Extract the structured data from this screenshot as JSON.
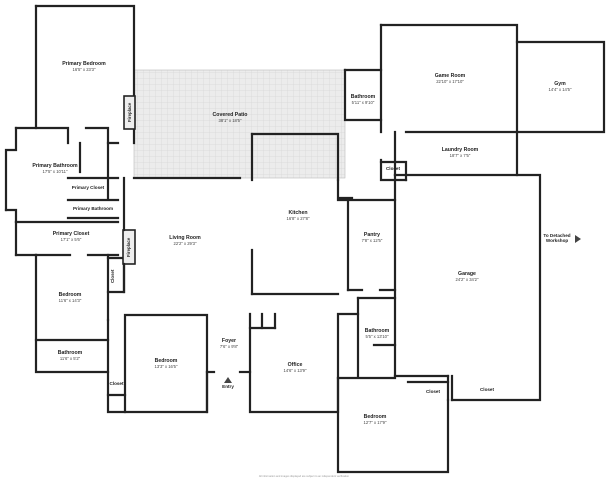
{
  "rooms": {
    "primary_bedroom": {
      "name": "Primary Bedroom",
      "dims": "16'5\" x 23'3\""
    },
    "covered_patio": {
      "name": "Covered Patio",
      "dims": "38'1\" x 18'5\""
    },
    "bathroom_top": {
      "name": "Bathroom",
      "dims": "5'11\" x 9'10\""
    },
    "game_room": {
      "name": "Game Room",
      "dims": "22'10\" x 17'10\""
    },
    "gym": {
      "name": "Gym",
      "dims": "14'4\" x 14'5\""
    },
    "laundry_room": {
      "name": "Laundry Room",
      "dims": "18'7\" x 7'5\""
    },
    "primary_bathroom": {
      "name": "Primary Bathroom",
      "dims": "17'5\" x 10'11\""
    },
    "primary_closet_small": {
      "name": "Primary Closet"
    },
    "primary_bathroom_small": {
      "name": "Primary Bathroom"
    },
    "primary_closet": {
      "name": "Primary Closet",
      "dims": "17'1\" x 5'6\""
    },
    "kitchen": {
      "name": "Kitchen",
      "dims": "16'8\" x 27'8\""
    },
    "pantry": {
      "name": "Pantry",
      "dims": "7'8\" x 12'5\""
    },
    "living_room": {
      "name": "Living Room",
      "dims": "22'2\" x 29'3\""
    },
    "garage": {
      "name": "Garage",
      "dims": "24'2\" x 34'2\""
    },
    "bedroom_left": {
      "name": "Bedroom",
      "dims": "11'6\" x 14'3\""
    },
    "bathroom_left": {
      "name": "Bathroom",
      "dims": "11'6\" x 5'2\""
    },
    "bedroom_mid": {
      "name": "Bedroom",
      "dims": "13'3\" x 16'5\""
    },
    "foyer": {
      "name": "Foyer",
      "dims": "7'6\" x 9'8\""
    },
    "office": {
      "name": "Office",
      "dims": "14'6\" x 13'9\""
    },
    "bathroom_right": {
      "name": "Bathroom",
      "dims": "5'5\" x 13'10\""
    },
    "bedroom_right": {
      "name": "Bedroom",
      "dims": "12'7\" x 17'9\""
    }
  },
  "small_labels": {
    "closet_mid": "Closet",
    "closet_bottom_left": "Closet",
    "closet_bottom_right_a": "Closet",
    "closet_bottom_right_b": "Closet",
    "closet_vertical": "Closet",
    "fireplace_top": "Fireplace",
    "fireplace_living": "Fireplace",
    "entry": "Entry",
    "to_detached": "To Detached",
    "workshop": "Workshop"
  },
  "footer": "All information and images displayed are subject to an independent verification",
  "colors": {
    "wall": "#222222",
    "patio": "#d8d8d8",
    "background": "#ffffff"
  }
}
